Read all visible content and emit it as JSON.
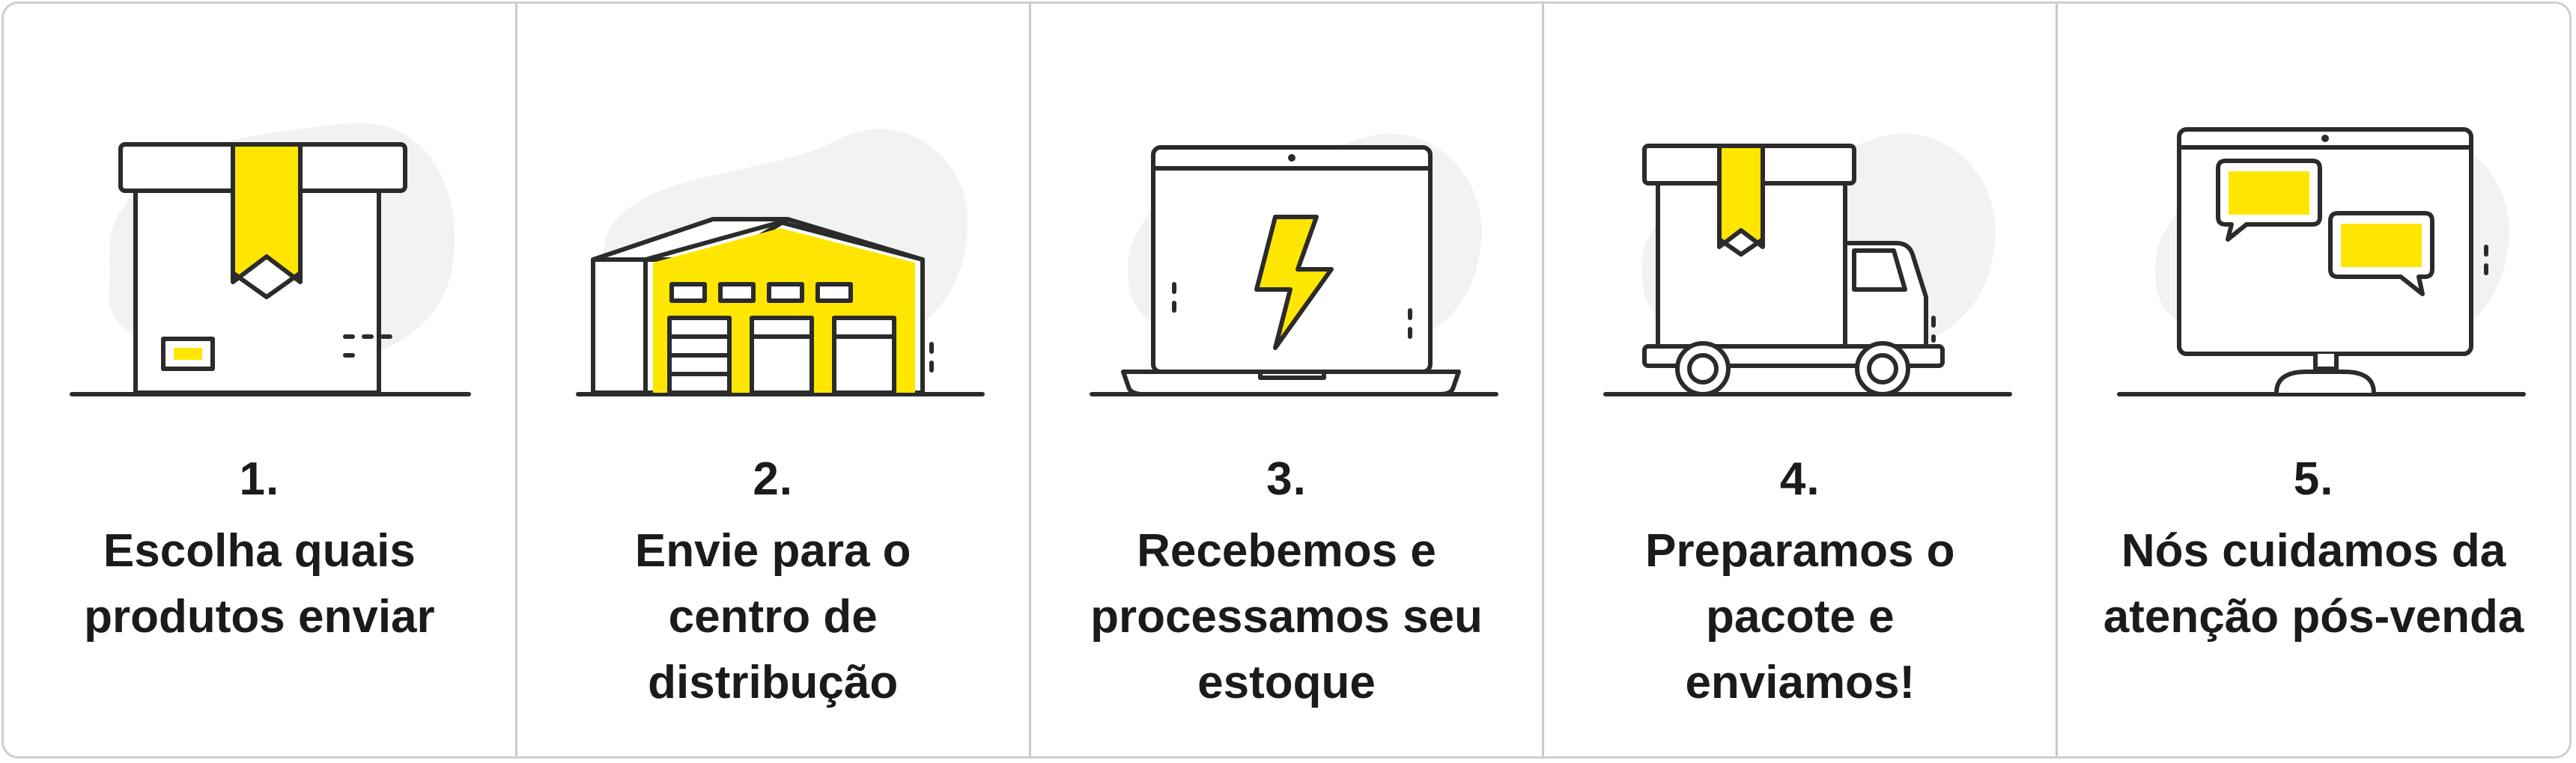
{
  "colors": {
    "accent": "#ffe600",
    "line": "#2b2b2b",
    "blob": "#f2f2f2",
    "border": "#cfcfcf"
  },
  "steps": [
    {
      "number": "1.",
      "label": "Escolha quais produtos enviar",
      "icon": "box-icon"
    },
    {
      "number": "2.",
      "label": "Envie para o centro de distribução",
      "icon": "warehouse-icon"
    },
    {
      "number": "3.",
      "label": "Recebemos e processamos seu estoque",
      "icon": "laptop-lightning-icon"
    },
    {
      "number": "4.",
      "label": "Preparamos o pacote e enviamos!",
      "icon": "delivery-truck-icon"
    },
    {
      "number": "5.",
      "label": "Nós cuidamos da atenção pós-venda",
      "icon": "monitor-chat-icon"
    }
  ]
}
